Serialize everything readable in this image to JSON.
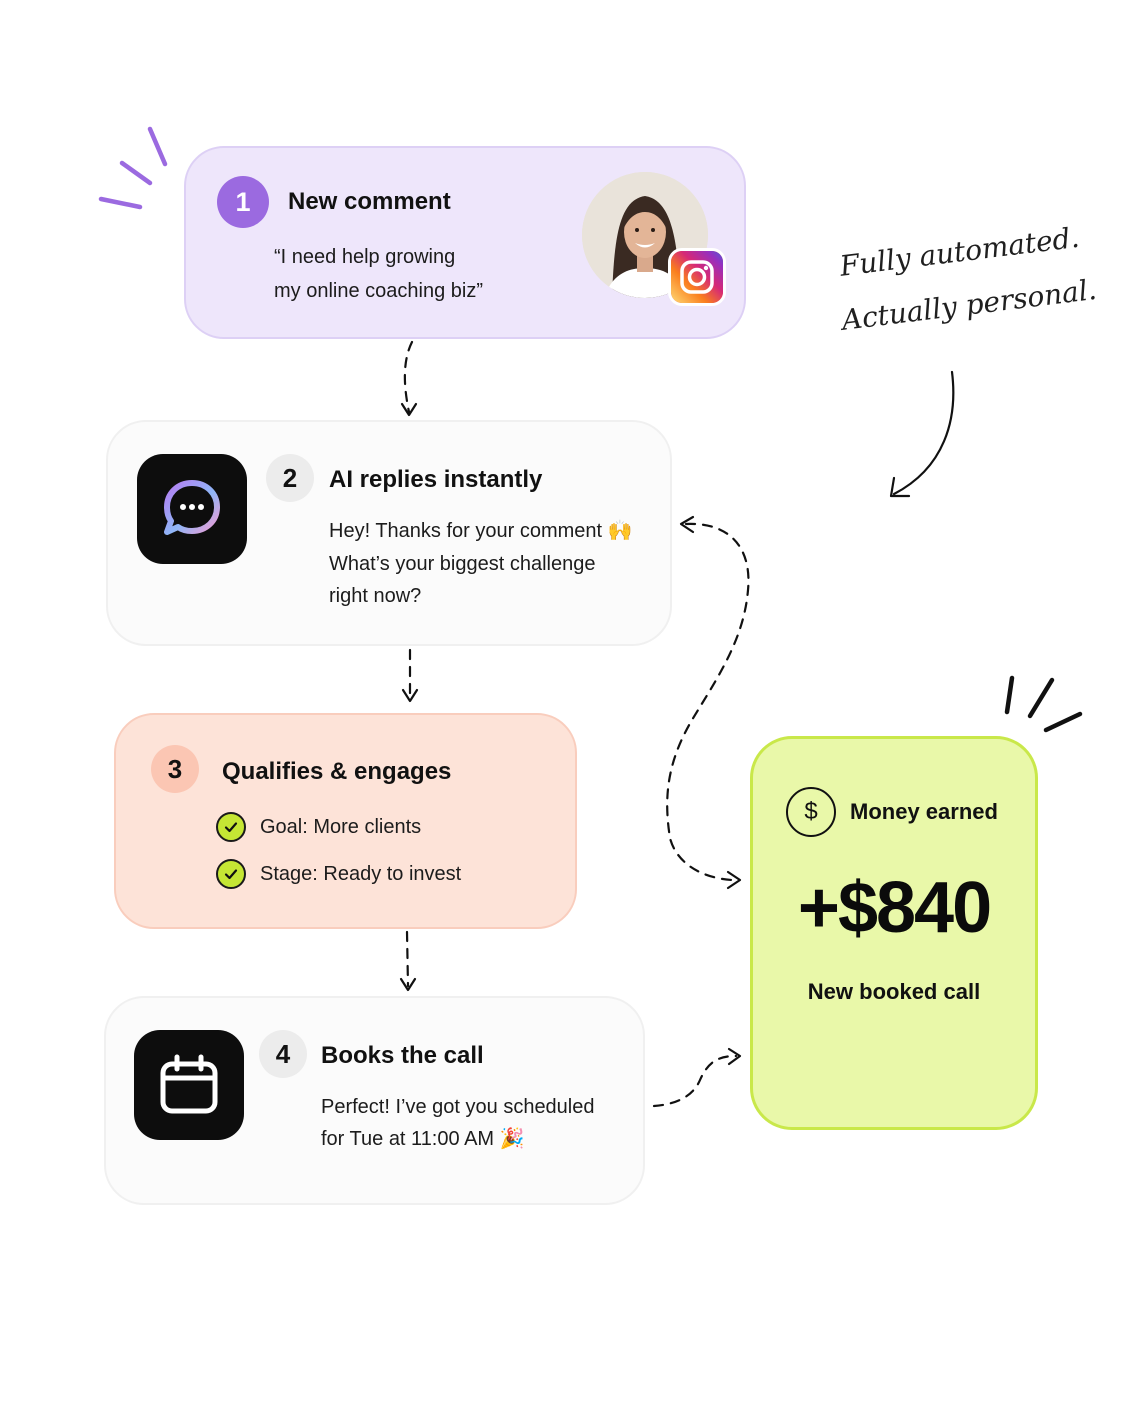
{
  "steps": [
    {
      "number": "1",
      "title": "New comment",
      "lines": [
        "“I need help growing",
        "my online coaching biz”"
      ],
      "source_icon": "instagram-icon"
    },
    {
      "number": "2",
      "title": "AI replies instantly",
      "lines": [
        "Hey! Thanks for your comment 🙌",
        "What’s your biggest challenge",
        "right now?"
      ],
      "app_icon": "chat-bubble-icon"
    },
    {
      "number": "3",
      "title": "Qualifies & engages",
      "checks": [
        "Goal: More clients",
        "Stage: Ready to invest"
      ]
    },
    {
      "number": "4",
      "title": "Books the call",
      "lines": [
        "Perfect! I’ve got you scheduled",
        "for Tue at 11:00 AM 🎉"
      ],
      "app_icon": "calendar-icon"
    }
  ],
  "result": {
    "label": "Money earned",
    "amount": "+$840",
    "caption": "New booked call",
    "currency_symbol": "$"
  },
  "annotation": {
    "line1": "Fully automated.",
    "line2": "Actually personal."
  },
  "colors": {
    "step1_bg": "#eee6fb",
    "step1_badge": "#9b6ae0",
    "step3_bg": "#fde3d8",
    "step3_badge": "#fbc6b3",
    "result_bg": "#e9f8a9",
    "result_border": "#c9e84a",
    "check_fill": "#c5e634",
    "accent_strokes_purple": "#9b6ae0"
  }
}
